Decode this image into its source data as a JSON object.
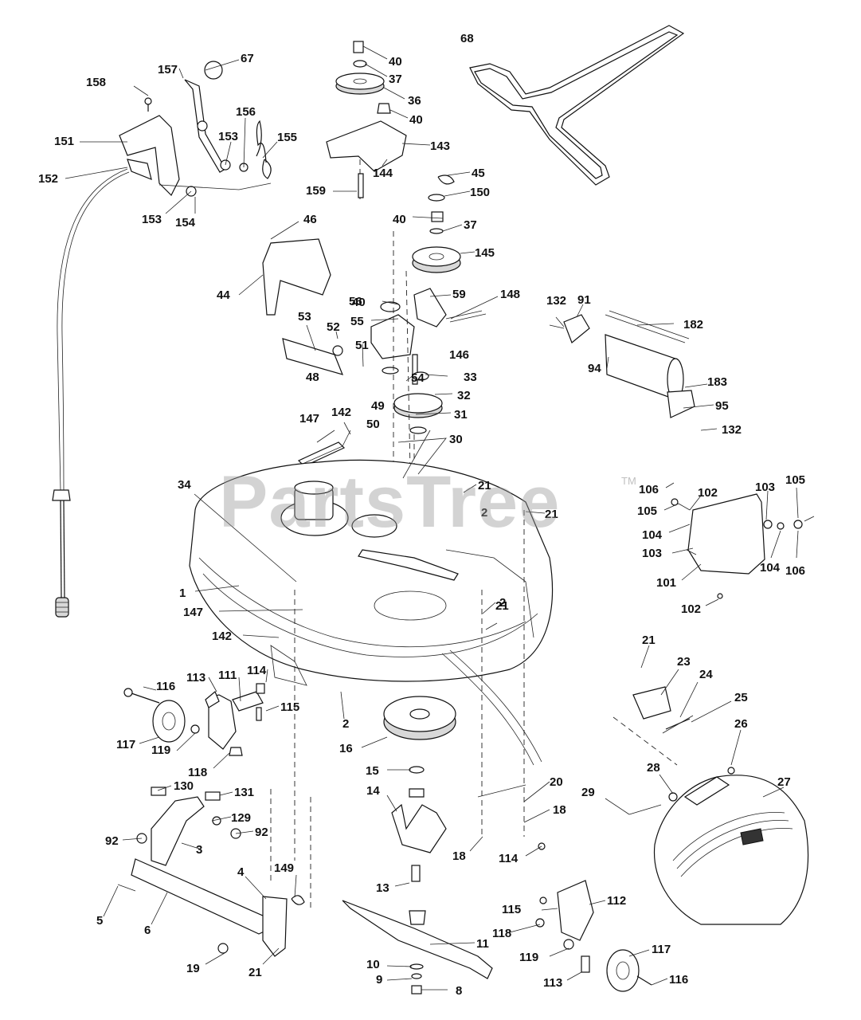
{
  "watermark": "PartsTree",
  "watermark_mark": "TM",
  "labels": [
    "1",
    "2",
    "2",
    "2",
    "3",
    "4",
    "5",
    "6",
    "8",
    "9",
    "10",
    "11",
    "13",
    "14",
    "15",
    "16",
    "18",
    "18",
    "19",
    "20",
    "21",
    "21",
    "21",
    "21",
    "21",
    "23",
    "24",
    "25",
    "26",
    "27",
    "28",
    "29",
    "30",
    "31",
    "32",
    "33",
    "34",
    "36",
    "37",
    "37",
    "40",
    "40",
    "40",
    "40",
    "44",
    "45",
    "46",
    "48",
    "49",
    "50",
    "51",
    "52",
    "53",
    "54",
    "55",
    "56",
    "59",
    "67",
    "68",
    "91",
    "92",
    "92",
    "94",
    "95",
    "101",
    "102",
    "102",
    "103",
    "103",
    "104",
    "104",
    "105",
    "105",
    "106",
    "106",
    "111",
    "112",
    "113",
    "113",
    "114",
    "114",
    "115",
    "115",
    "116",
    "116",
    "117",
    "117",
    "118",
    "118",
    "119",
    "119",
    "129",
    "130",
    "131",
    "132",
    "132",
    "142",
    "142",
    "143",
    "144",
    "145",
    "146",
    "147",
    "147",
    "148",
    "149",
    "150",
    "151",
    "152",
    "153",
    "153",
    "154",
    "155",
    "156",
    "157",
    "158",
    "159",
    "182",
    "183"
  ],
  "colors": {
    "line": "#111111",
    "background": "#ffffff",
    "watermark": "#969696"
  }
}
